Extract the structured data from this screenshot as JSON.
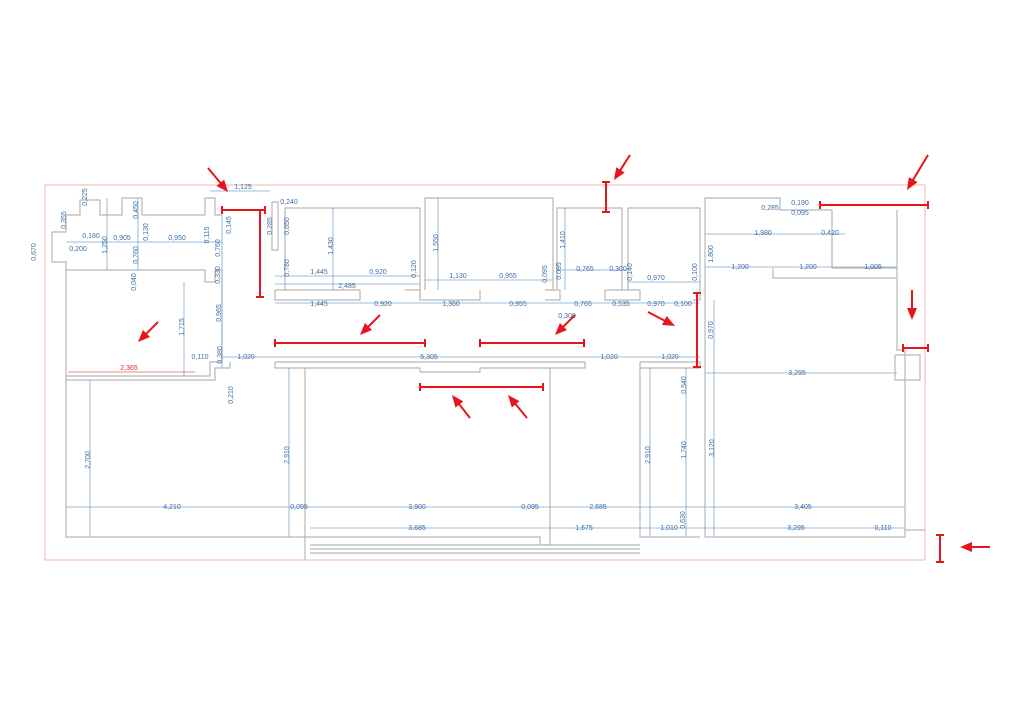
{
  "drawing": {
    "accent_color": "#e8141c",
    "dimension_color": "#3d6fa8",
    "dimensions": [
      "0,225",
      "0,355",
      "0,450",
      "1,250",
      "0,180",
      "0,200",
      "0,905",
      "0,130",
      "0,950",
      "0,115",
      "0,760",
      "0,670",
      "0,760",
      "0,145",
      "1,125",
      "0,240",
      "0,285",
      "0,650",
      "0,780",
      "0,330",
      "0,040",
      "1,430",
      "1,445",
      "0,920",
      "2,485",
      "0,120",
      "1,550",
      "1,130",
      "0,955",
      "0,095",
      "0,095",
      "1,410",
      "0,765",
      "0,300",
      "0,140",
      "0,970",
      "0,100",
      "1,800",
      "1,445",
      "0,920",
      "1,360",
      "0,955",
      "0,765",
      "0,535",
      "0,970",
      "0,100",
      "0,300",
      "0,285",
      "0,190",
      "0,095",
      "1,980",
      "0,420",
      "1,200",
      "1,200",
      "1,005",
      "0,970",
      "3,295",
      "0,965",
      "1,715",
      "0,110",
      "0,380",
      "1,020",
      "5,305",
      "1,020",
      "1,020",
      "0,210",
      "0,540",
      "2,910",
      "2,910",
      "1,740",
      "3,120",
      "2,700",
      "4,210",
      "0,095",
      "3,900",
      "0,095",
      "2,685",
      "0,630",
      "3,405",
      "3,685",
      "1,675",
      "1,010",
      "3,295",
      "0,110"
    ],
    "highlighted_dimension": "2,365"
  }
}
